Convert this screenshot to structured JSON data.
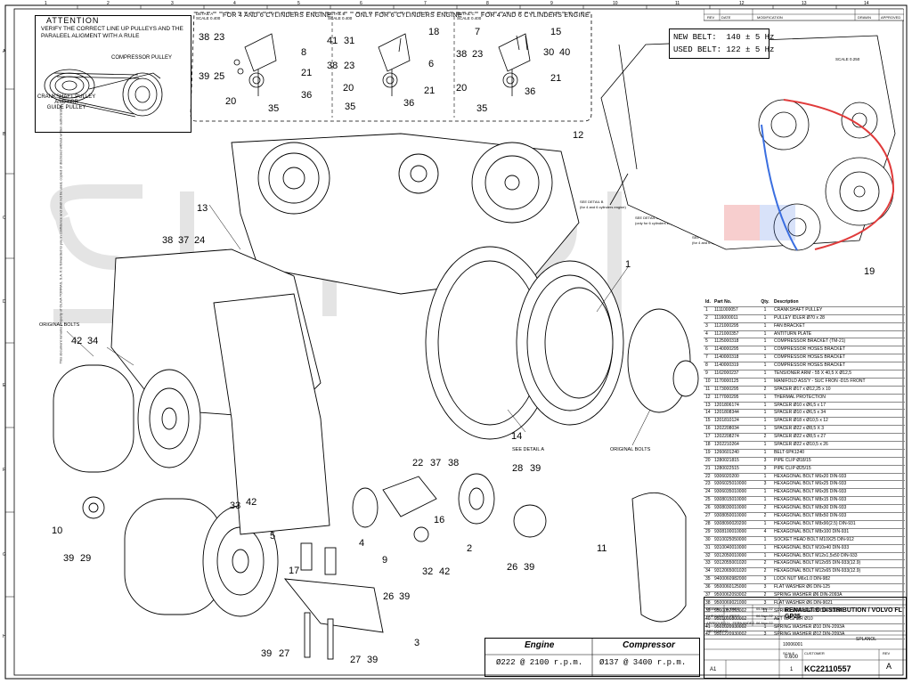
{
  "attention": {
    "title": "ATTENTION",
    "body": "VERIFY THE CORRECT LINE UP PULLEYS AND THE\nPARALEEL ALIGMENT WITH A RULE",
    "compressor_label": "COMPRESSOR PULLEY",
    "crank_label": "CRANKSHAFT PULLEY\nAND / OR\nGUIDE PULLEY"
  },
  "details": [
    {
      "tag": "DETAIL A\nSCALE 0.400",
      "heading": "FOR 4 AND 6 CYLINDERS ENGINE"
    },
    {
      "tag": "DETAIL B\nSCALE 0.400",
      "heading": "ONLY FOR 6 CYLINDERS ENGINE"
    },
    {
      "tag": "DETAIL C\nSCALE 0.400",
      "heading": "FOR 4 AND 6 CYLINDERS ENGINE"
    }
  ],
  "belt": {
    "new": "NEW BELT:  140 ± 5 Hz",
    "used": "USED BELT: 122 ± 5 Hz"
  },
  "scale_right": "SCALE 0.250",
  "see_details": {
    "b": "SEE DETAIL B\n(for 4 and 6 cylinders engine)",
    "c": "SEE DETAIL C\n(only for 6 cylinders engine)",
    "d": "SEE DETAIL D\n(for 4 and 6 cylinders engine)",
    "a": "SEE DETAIL A"
  },
  "original_bolts": "ORIGINAL BOLTS",
  "original_bolts_2": "ORIGINAL BOLTS",
  "callouts": {
    "d1": [
      "38",
      "23",
      "8",
      "39",
      "25",
      "21",
      "20",
      "36",
      "35"
    ],
    "d2": [
      "41",
      "31",
      "18",
      "38",
      "23",
      "6",
      "20",
      "21",
      "35",
      "36"
    ],
    "d3": [
      "7",
      "15",
      "38",
      "23",
      "30",
      "40",
      "20",
      "21",
      "35",
      "36"
    ],
    "main": [
      "12",
      "13",
      "38",
      "37",
      "24",
      "1",
      "42",
      "34",
      "19",
      "14",
      "22",
      "37",
      "38",
      "28",
      "39",
      "33",
      "42",
      "10",
      "5",
      "4",
      "9",
      "16",
      "2",
      "26",
      "39",
      "11",
      "39",
      "29",
      "17",
      "26",
      "39",
      "32",
      "42",
      "3",
      "39",
      "27",
      "27",
      "39"
    ]
  },
  "bom": {
    "headers": [
      "Id.",
      "Part No.",
      "Qty.",
      "Description"
    ],
    "rows": [
      [
        "1",
        "1111000057",
        "1",
        "CRANKSHAFT PULLEY"
      ],
      [
        "2",
        "1116000011",
        "1",
        "PULLEY IDLER Ø70 x 28"
      ],
      [
        "3",
        "1121000295",
        "1",
        "FAN BRACKET"
      ],
      [
        "4",
        "1121000357",
        "1",
        "ANTITURN PLATE"
      ],
      [
        "5",
        "1125000318",
        "1",
        "COMPRESSOR BRACKET (TM-21)"
      ],
      [
        "6",
        "1140000295",
        "1",
        "COMPRESSOR HOSES BRACKET"
      ],
      [
        "7",
        "1140000318",
        "1",
        "COMPRESSOR HOSES BRACKET"
      ],
      [
        "8",
        "1140000319",
        "1",
        "COMPRESSOR HOSES BRACKET"
      ],
      [
        "9",
        "1162000237",
        "1",
        "TENSIONER ARM - 55 X 40,5 X Ø12,5"
      ],
      [
        "10",
        "1170000125",
        "1",
        "MANIFOLD ASS'Y - SUC FRON -D15 FRONT"
      ],
      [
        "11",
        "1173000295",
        "2",
        "SPACER Ø17 x Ø12,25 x 10"
      ],
      [
        "12",
        "1177000295",
        "1",
        "THERMAL PROTECTION"
      ],
      [
        "13",
        "1201806174",
        "1",
        "SPACER Ø10 x Ø6,5 x 17"
      ],
      [
        "14",
        "1201808344",
        "1",
        "SPACER Ø10 x Ø6,5 x 34"
      ],
      [
        "15",
        "1201810124",
        "1",
        "SPACER Ø18 x Ø10,5 x 12"
      ],
      [
        "16",
        "1202208034",
        "1",
        "SPACER Ø22 x Ø8,5 X 3"
      ],
      [
        "17",
        "1202208274",
        "2",
        "SPACER Ø22 x Ø8,5 x 27"
      ],
      [
        "18",
        "1202210264",
        "1",
        "SPACER Ø22 x Ø10,5 x 26"
      ],
      [
        "19",
        "1260601240",
        "1",
        "BELT 6PK1240"
      ],
      [
        "20",
        "1280021815",
        "3",
        "PIPE CLIP Ø18/15"
      ],
      [
        "21",
        "1280022515",
        "3",
        "PIPE CLIP Ø25/15"
      ],
      [
        "22",
        "9306020200",
        "1",
        "HEXAGONAL BOLT M6x20 DIN-933"
      ],
      [
        "23",
        "9306025010000",
        "3",
        "HEXAGONAL BOLT M6x25 DIN-933"
      ],
      [
        "24",
        "9306035010000",
        "1",
        "HEXAGONAL BOLT M6x35 DIN-933"
      ],
      [
        "25",
        "9308015010000",
        "1",
        "HEXAGONAL BOLT M8x15 DIN-933"
      ],
      [
        "26",
        "9308030010000",
        "2",
        "HEXAGONAL BOLT M8x30 DIN-933"
      ],
      [
        "27",
        "9308050010000",
        "2",
        "HEXAGONAL BOLT M8x50 DIN-933"
      ],
      [
        "28",
        "9308090020200",
        "1",
        "HEXAGONAL BOLT M8x90(2.5) DIN-931"
      ],
      [
        "29",
        "9308100010000",
        "4",
        "HEXAGONAL BOLT M8x100 DIN-931"
      ],
      [
        "30",
        "9310025050000",
        "1",
        "SOCKET HEAD BOLT M10X25 DIN-912"
      ],
      [
        "31",
        "9310040010000",
        "1",
        "HEXAGONAL BOLT M10x40 DIN-933"
      ],
      [
        "32",
        "9312050010000",
        "1",
        "HEXAGONAL BOLT M12x1,5x50 DIN-933"
      ],
      [
        "33",
        "9312055001020",
        "2",
        "HEXAGONAL BOLT M12x55 DIN-933(12.9)"
      ],
      [
        "34",
        "9312065001020",
        "2",
        "HEXAGONAL BOLT M12x65 DIN-933(12.9)"
      ],
      [
        "35",
        "9400060982000",
        "3",
        "LOCK NUT M6x1.0 DIN-982"
      ],
      [
        "36",
        "9500060125000",
        "3",
        "FLAT WASHER Ø6 DIN-125"
      ],
      [
        "37",
        "9500062093002",
        "2",
        "SPRING WASHER Ø6 DIN-2093A"
      ],
      [
        "38",
        "9500069021000",
        "3",
        "FLAT WASHER Ø6 DIN-9021"
      ],
      [
        "39",
        "9500082093002",
        "11",
        "SPRING WASHER Ø8 DIN-2093A"
      ],
      [
        "40",
        "9501000800002",
        "1",
        "AET WASHER Ø10"
      ],
      [
        "41",
        "9501020930002",
        "1",
        "SPRING WASHER Ø10 DIN-2093A"
      ],
      [
        "42",
        "9501220930002",
        "3",
        "SPRING WASHER Ø12 DIN-2093A"
      ]
    ]
  },
  "title_block": {
    "title": "RENAULT D DISTRIBUTION / VOLVO FL GP25",
    "code": "KC22110557",
    "rev": "A",
    "scale": "0.600",
    "sheet": "A1",
    "sheet_no": "1",
    "company": "SPLANOL",
    "drawn": "A. PAEZ",
    "checked": "J. PETIT",
    "approved": "J.L. FERNANDEZ",
    "date1": "05-Nov-02",
    "date2": "06-Nov-02",
    "date3": "06-Nov-02",
    "client_no": "10006001",
    "drawn_lbl": "DRAWN",
    "checked_lbl": "CHECKED",
    "approved_lbl": "APPROVED",
    "treatment_lbl": "TREATMENT",
    "rev_lbl": "REV",
    "modification_lbl": "MODIFICATION",
    "date_lbl": "DATE",
    "drawn_lbl2": "DRAWN",
    "approved_lbl2": "APPROVED",
    "scale_lbl": "SCALE",
    "customer_lbl": "CUSTOMER"
  },
  "speeds": {
    "engine_label": "Engine",
    "engine_value": "Ø222 @ 2100 r.p.m.",
    "compressor_label": "Compressor",
    "compressor_value": "Ø137 @ 3400 r.p.m."
  },
  "ruler": {
    "top": [
      "1",
      "2",
      "3",
      "4",
      "5",
      "6",
      "7",
      "8",
      "9",
      "10",
      "11",
      "12",
      "13",
      "14"
    ],
    "side": [
      "A",
      "B",
      "C",
      "D",
      "E",
      "F",
      "G",
      "H"
    ]
  },
  "side_notice": "This document remains property of OLIVA TORRAS, S.A. It is forwarded to you in confidence and shall not be used, copied or disclosed without written authorization.",
  "colors": {
    "line": "#000000",
    "watermark": "#3b3b3b",
    "belt_highlight": "#e03b3b",
    "belt_highlight_blue": "#3b6fe0"
  }
}
